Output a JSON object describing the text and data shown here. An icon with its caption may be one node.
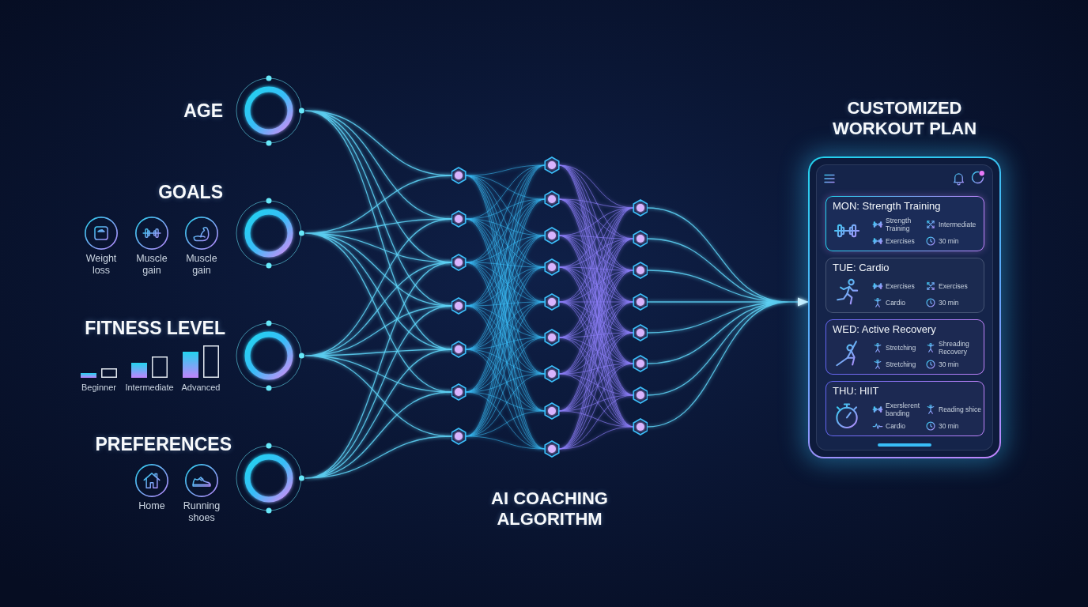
{
  "diagram": {
    "nodes": [
      {
        "text": [
          "AGE"
        ]
      },
      {
        "text": [
          "GOALS",
          "Weight loss",
          "Muscle gain",
          "Muscle gain"
        ]
      },
      {
        "text": [
          "FITNESS LEVEL",
          "Beginner",
          "Intermediate",
          "Advanced"
        ]
      },
      {
        "text": [
          "PREFERENCES",
          "Home",
          "Running shoes"
        ]
      },
      {
        "text": [
          "AI COACHING ALGORITHM"
        ]
      },
      {
        "text": [
          "CUSTOMIZED WORKOUT PLAN"
        ]
      },
      {
        "text": [
          "MON: Strength Training",
          "Strength Training",
          "Intermediate",
          "Exercises",
          "30 min"
        ],
        "in": 5
      },
      {
        "text": [
          "TUE: Cardio",
          "Exercises",
          "Exercises",
          "Cardio",
          "30 min"
        ],
        "in": 5
      },
      {
        "text": [
          "WED: Active Recovery",
          "Stretching",
          "Shreading Recovery",
          "Stretching",
          "30 min"
        ],
        "in": 5
      },
      {
        "text": [
          "THU: HIIT",
          "Exerslerent banding",
          "Reading shice",
          "Cardio",
          "30 min"
        ],
        "in": 5
      }
    ],
    "edges": [
      {
        "from": 0,
        "to": 4,
        "arrow": "none"
      },
      {
        "from": 1,
        "to": 4,
        "arrow": "none"
      },
      {
        "from": 2,
        "to": 4,
        "arrow": "none"
      },
      {
        "from": 3,
        "to": 4,
        "arrow": "none"
      },
      {
        "from": 4,
        "to": 5,
        "arrow": "to"
      }
    ]
  }
}
